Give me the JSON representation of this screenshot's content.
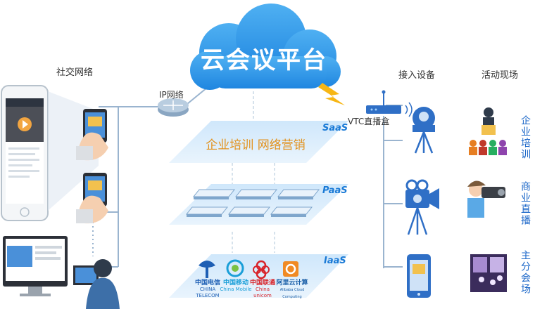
{
  "cloud": {
    "title": "云会议平台"
  },
  "labels": {
    "social": "社交网络",
    "ip_network": "IP网络",
    "vtc": "VTC直播盒",
    "access_devices": "接入设备",
    "event_site": "活动现场"
  },
  "layers": {
    "saas": {
      "tag": "SaaS",
      "text": "企业培训 网络营销"
    },
    "paas": {
      "tag": "PaaS"
    },
    "iaas": {
      "tag": "IaaS"
    }
  },
  "providers": [
    {
      "cn": "中国电信",
      "en": "CHINA TELECOM",
      "color": "#1e5fb4"
    },
    {
      "cn": "中国移动",
      "en": "China Mobile",
      "color": "#1a9fd8"
    },
    {
      "cn": "中国联通",
      "en": "China unicom",
      "color": "#d8232a"
    },
    {
      "cn": "阿里云计算",
      "en": "Alibaba Cloud Computing",
      "color": "#1a5fa8"
    }
  ],
  "scenes": {
    "training": "企业培训",
    "live": "商业直播",
    "venue": "主分会场"
  },
  "colors": {
    "cloud": "#2a93e8",
    "line": "#9ab4cf",
    "accent": "#1a66c8",
    "saas_text": "#e2911c"
  }
}
